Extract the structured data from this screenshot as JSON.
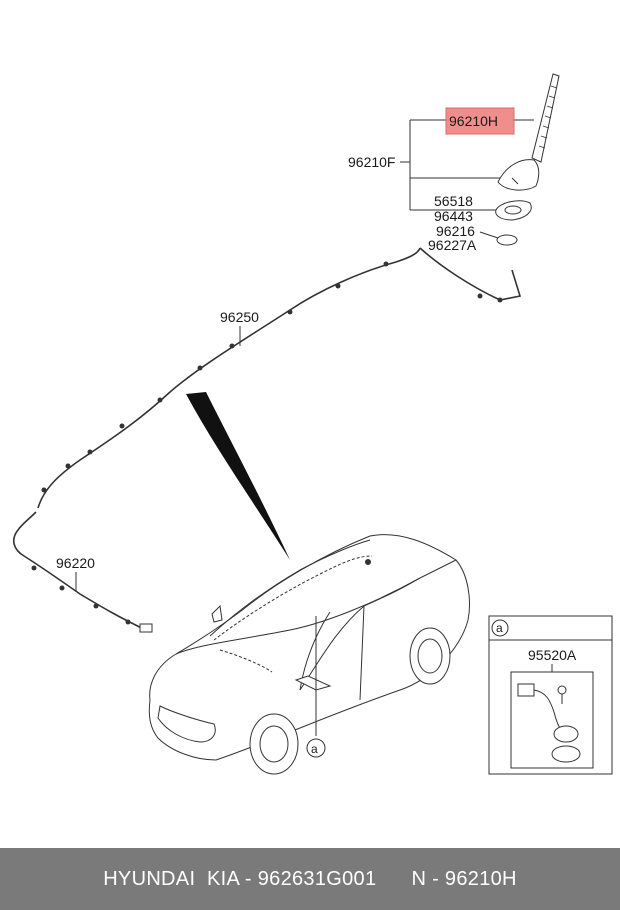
{
  "callouts": {
    "c96210H": "96210H",
    "c96210F": "96210F",
    "c56518": "56518",
    "c96443": "96443",
    "c96216": "96216",
    "c96227A": "96227A",
    "c96250": "96250",
    "c96220": "96220",
    "c95520A": "95520A",
    "detail_marker": "a",
    "car_marker": "a"
  },
  "footer": {
    "brand": "HYUNDAI  KIA",
    "part_number": "962631G001",
    "ref_number": "96210H",
    "text": "HYUNDAI  KIA - 962631G001      N - 96210H"
  },
  "colors": {
    "highlight": "#f08e8e",
    "footer_bg": "#7a7a7a"
  }
}
